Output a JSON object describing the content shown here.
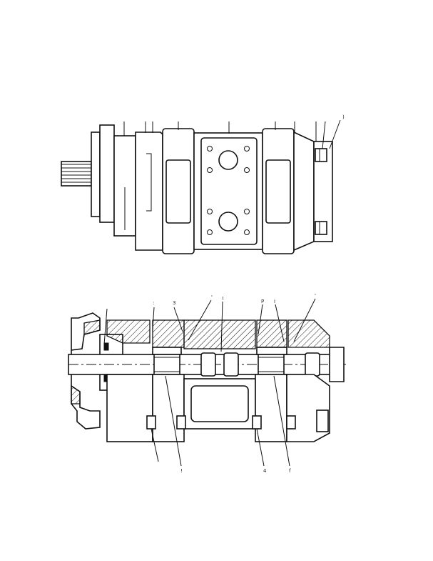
{
  "figure": {
    "top_view": {
      "callouts": [
        "",
        "",
        "",
        "",
        "",
        "",
        "",
        "",
        "",
        ")"
      ]
    },
    "section_view": {
      "top_callouts": [
        "",
        ":",
        "3",
        "'",
        "!",
        "P",
        "i",
        "'"
      ],
      "bottom_callouts": [
        "",
        "!",
        "4",
        "f"
      ]
    }
  }
}
